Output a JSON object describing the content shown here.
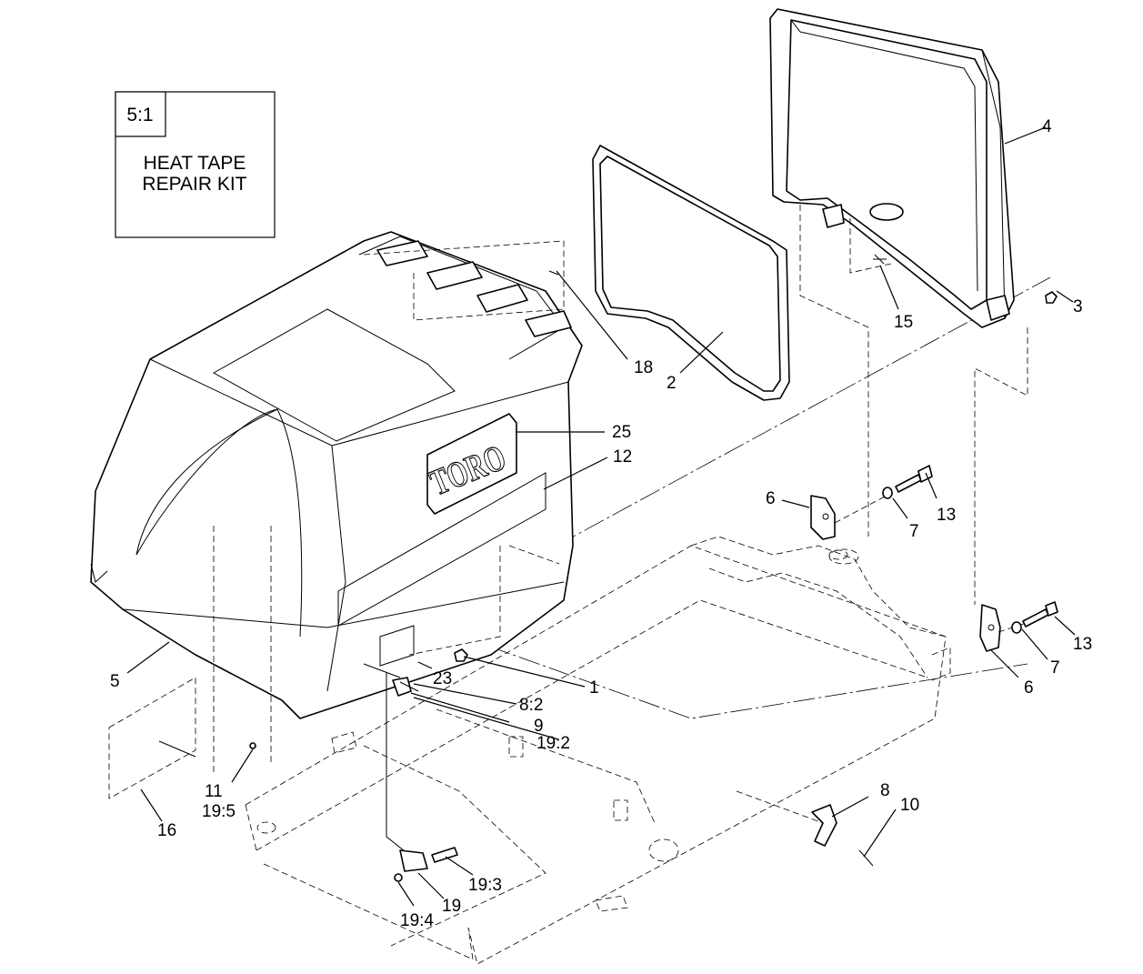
{
  "kit_note": {
    "qty": "5:1",
    "line1": "HEAT TAPE",
    "line2": "REPAIR KIT"
  },
  "logo_text": "TORO",
  "callouts": [
    "1",
    "2",
    "3",
    "4",
    "5",
    "6",
    "7",
    "8:2",
    "9",
    "11",
    "19:5",
    "12",
    "13",
    "15",
    "16",
    "18",
    "19:2",
    "23",
    "25",
    "6",
    "7",
    "13",
    "8",
    "10",
    "19:3",
    "19",
    "19:4"
  ]
}
